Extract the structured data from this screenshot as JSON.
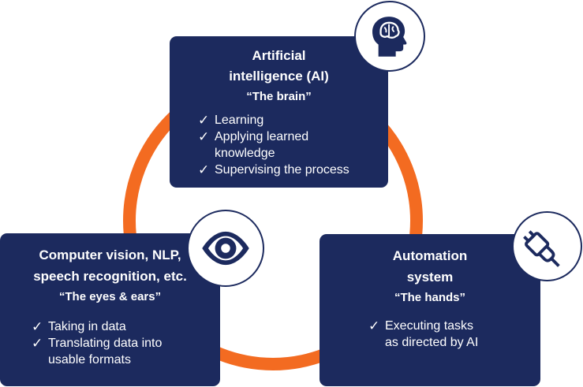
{
  "colors": {
    "box": "#1c2a5e",
    "ring": "#f36b21",
    "text": "#ffffff"
  },
  "boxes": {
    "ai": {
      "title_line1": "Artificial",
      "title_line2": "intelligence (AI)",
      "subtitle": "“The brain”",
      "icon": "brain-head-icon",
      "items": [
        {
          "line1": "Learning",
          "line2": ""
        },
        {
          "line1": "Applying learned",
          "line2": "knowledge"
        },
        {
          "line1": "Supervising the process",
          "line2": ""
        }
      ]
    },
    "cv": {
      "title_line1": "Computer vision, NLP,",
      "title_line2": "speech recognition, etc.",
      "subtitle": "“The eyes & ears”",
      "icon": "eye-icon",
      "items": [
        {
          "line1": "Taking in data",
          "line2": ""
        },
        {
          "line1": "Translating data into",
          "line2": "usable formats"
        }
      ]
    },
    "automation": {
      "title_line1": "Automation",
      "title_line2": "system",
      "subtitle": "“The hands”",
      "icon": "plug-icon",
      "items": [
        {
          "line1": "Executing tasks",
          "line2": "as directed by AI"
        }
      ]
    }
  },
  "check_mark": "✓"
}
